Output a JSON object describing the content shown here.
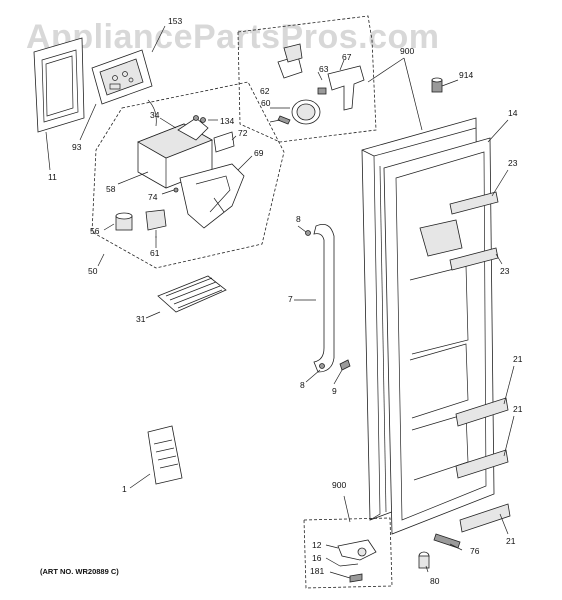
{
  "watermark": "AppliancePartsPros.com",
  "art_number": "(ART NO. WR20889 C)",
  "callouts": {
    "c153": "153",
    "c900a": "900",
    "c914": "914",
    "c67": "67",
    "c63": "63",
    "c62": "62",
    "c60": "60",
    "c14": "14",
    "c11": "11",
    "c93": "93",
    "c34": "34",
    "c134": "134",
    "c72": "72",
    "c69": "69",
    "c58": "58",
    "c74": "74",
    "c56": "56",
    "c61": "61",
    "c50": "50",
    "c23a": "23",
    "c23b": "23",
    "c8a": "8",
    "c7": "7",
    "c8b": "8",
    "c9": "9",
    "c31": "31",
    "c21a": "21",
    "c21b": "21",
    "c21c": "21",
    "c1": "1",
    "c900b": "900",
    "c12": "12",
    "c16": "16",
    "c181": "181",
    "c76": "76",
    "c80": "80"
  }
}
